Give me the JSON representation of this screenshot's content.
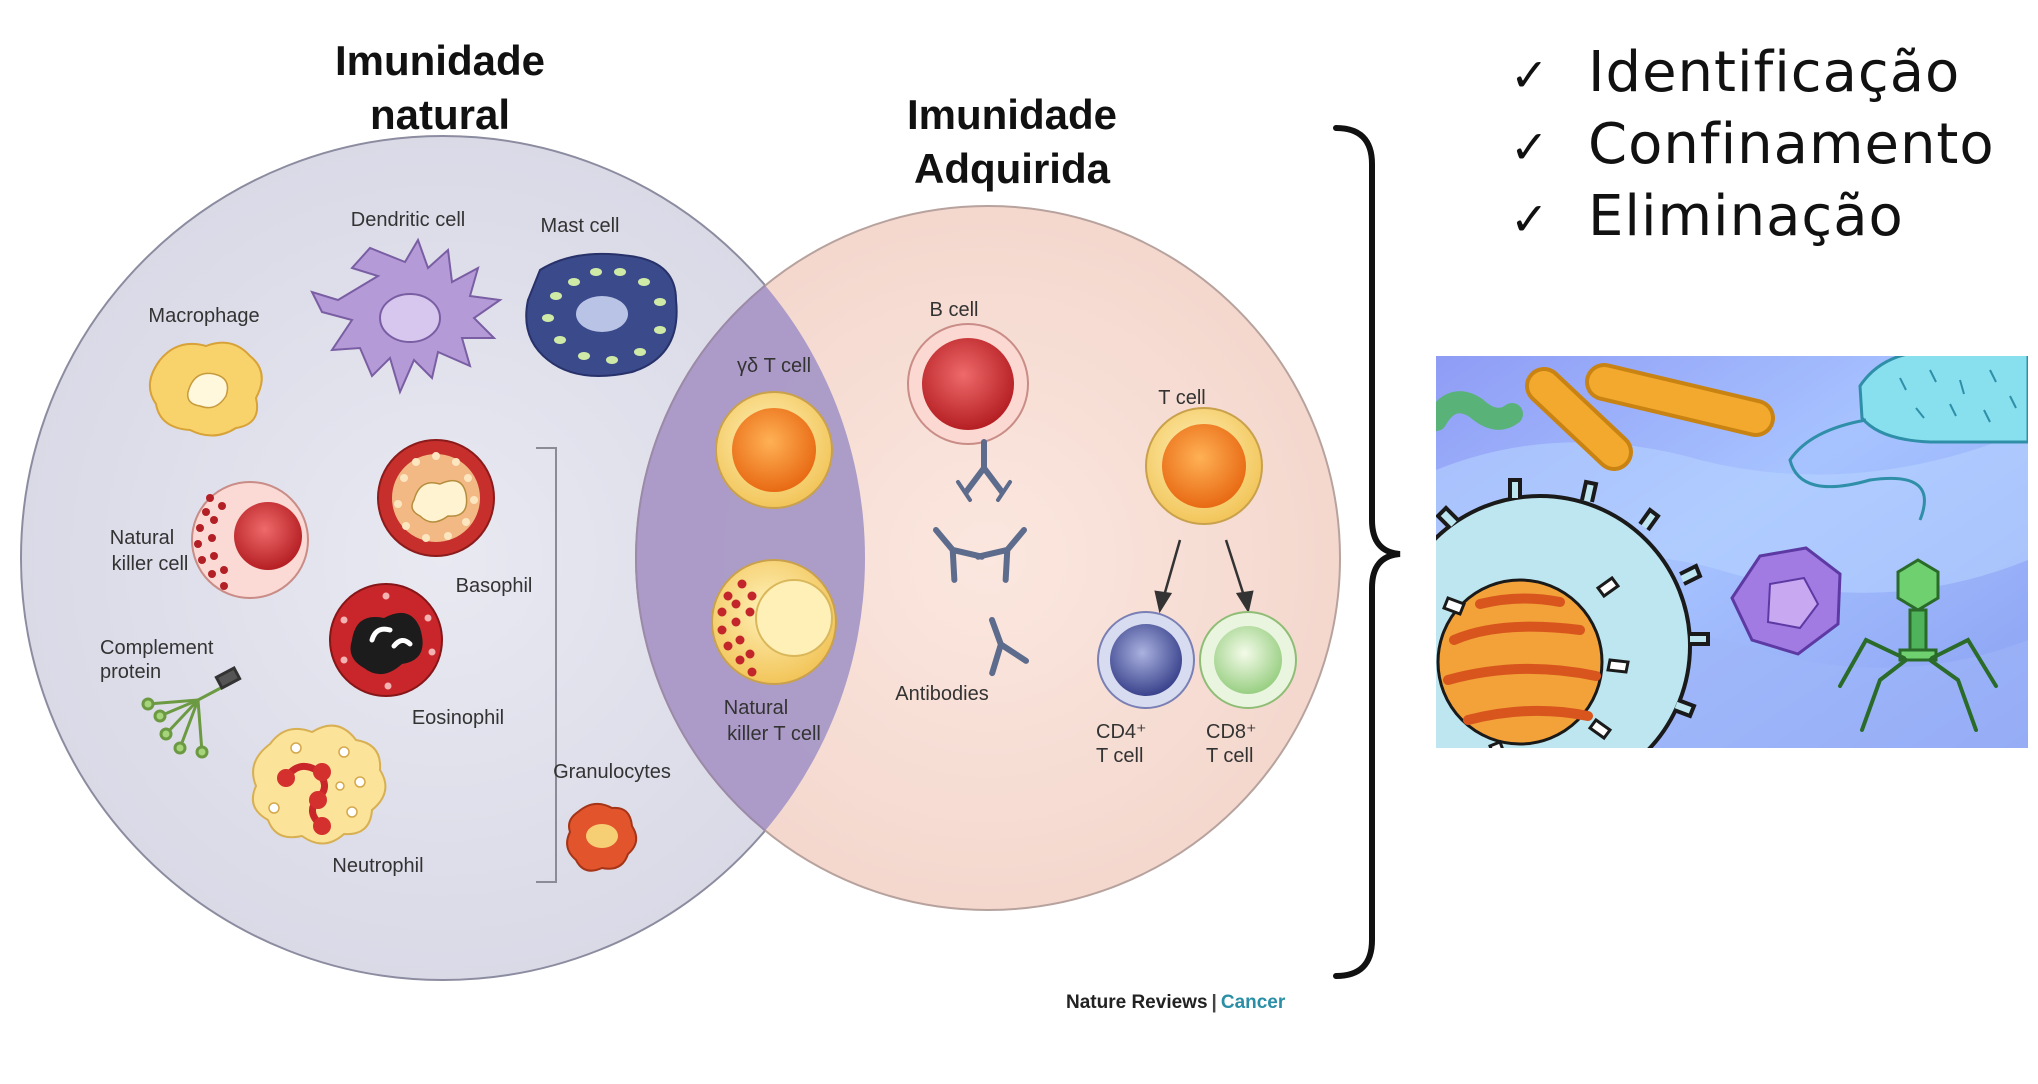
{
  "titles": {
    "innate_line1": "Imunidade",
    "innate_line2": "natural",
    "adaptive_line1": "Imunidade",
    "adaptive_line2": "Adquirida"
  },
  "cell_labels": {
    "dendritic": "Dendritic cell",
    "mast": "Mast cell",
    "macrophage": "Macrophage",
    "nk_line1": "Natural",
    "nk_line2": "killer cell",
    "basophil": "Basophil",
    "complement_line1": "Complement",
    "complement_line2": "protein",
    "eosinophil": "Eosinophil",
    "neutrophil": "Neutrophil",
    "granulocytes": "Granulocytes",
    "gd_t_cell": "γδ T cell",
    "nkt_line1": "Natural",
    "nkt_line2": "killer T cell",
    "b_cell": "B cell",
    "antibodies": "Antibodies",
    "t_cell": "T cell",
    "cd4_line1": "CD4⁺",
    "cd4_line2": "T cell",
    "cd8_line1": "CD8⁺",
    "cd8_line2": "T cell"
  },
  "functions": [
    {
      "check": "✓",
      "label": "Identificação"
    },
    {
      "check": "✓",
      "label": "Confinamento"
    },
    {
      "check": "✓",
      "label": "Eliminação"
    }
  ],
  "credit": {
    "journal": "Nature Reviews",
    "separator": "|",
    "section": "Cancer"
  }
}
